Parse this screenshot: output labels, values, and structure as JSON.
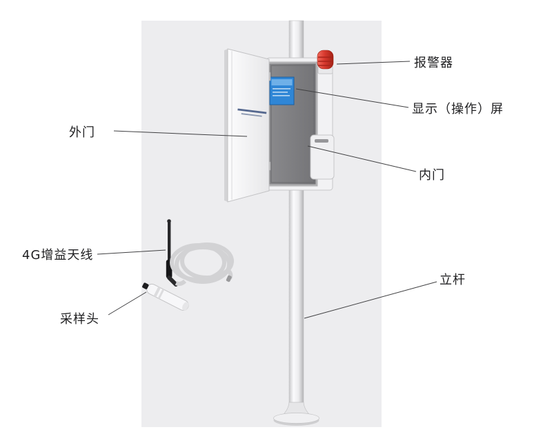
{
  "diagram": {
    "labels": [
      {
        "id": "alarm",
        "text": "报警器"
      },
      {
        "id": "display-screen",
        "text": "显示（操作）屏"
      },
      {
        "id": "outer-door",
        "text": "外门"
      },
      {
        "id": "inner-door",
        "text": "内门"
      },
      {
        "id": "antenna-4g",
        "text": "4G增益天线"
      },
      {
        "id": "sampling-head",
        "text": "采样头"
      },
      {
        "id": "pole",
        "text": "立杆"
      }
    ],
    "colors": {
      "backdrop": "#ededef",
      "alarm_red": "#d8392e",
      "screen_blue": "#2f86d6",
      "leader_line": "#3f3f41"
    }
  }
}
